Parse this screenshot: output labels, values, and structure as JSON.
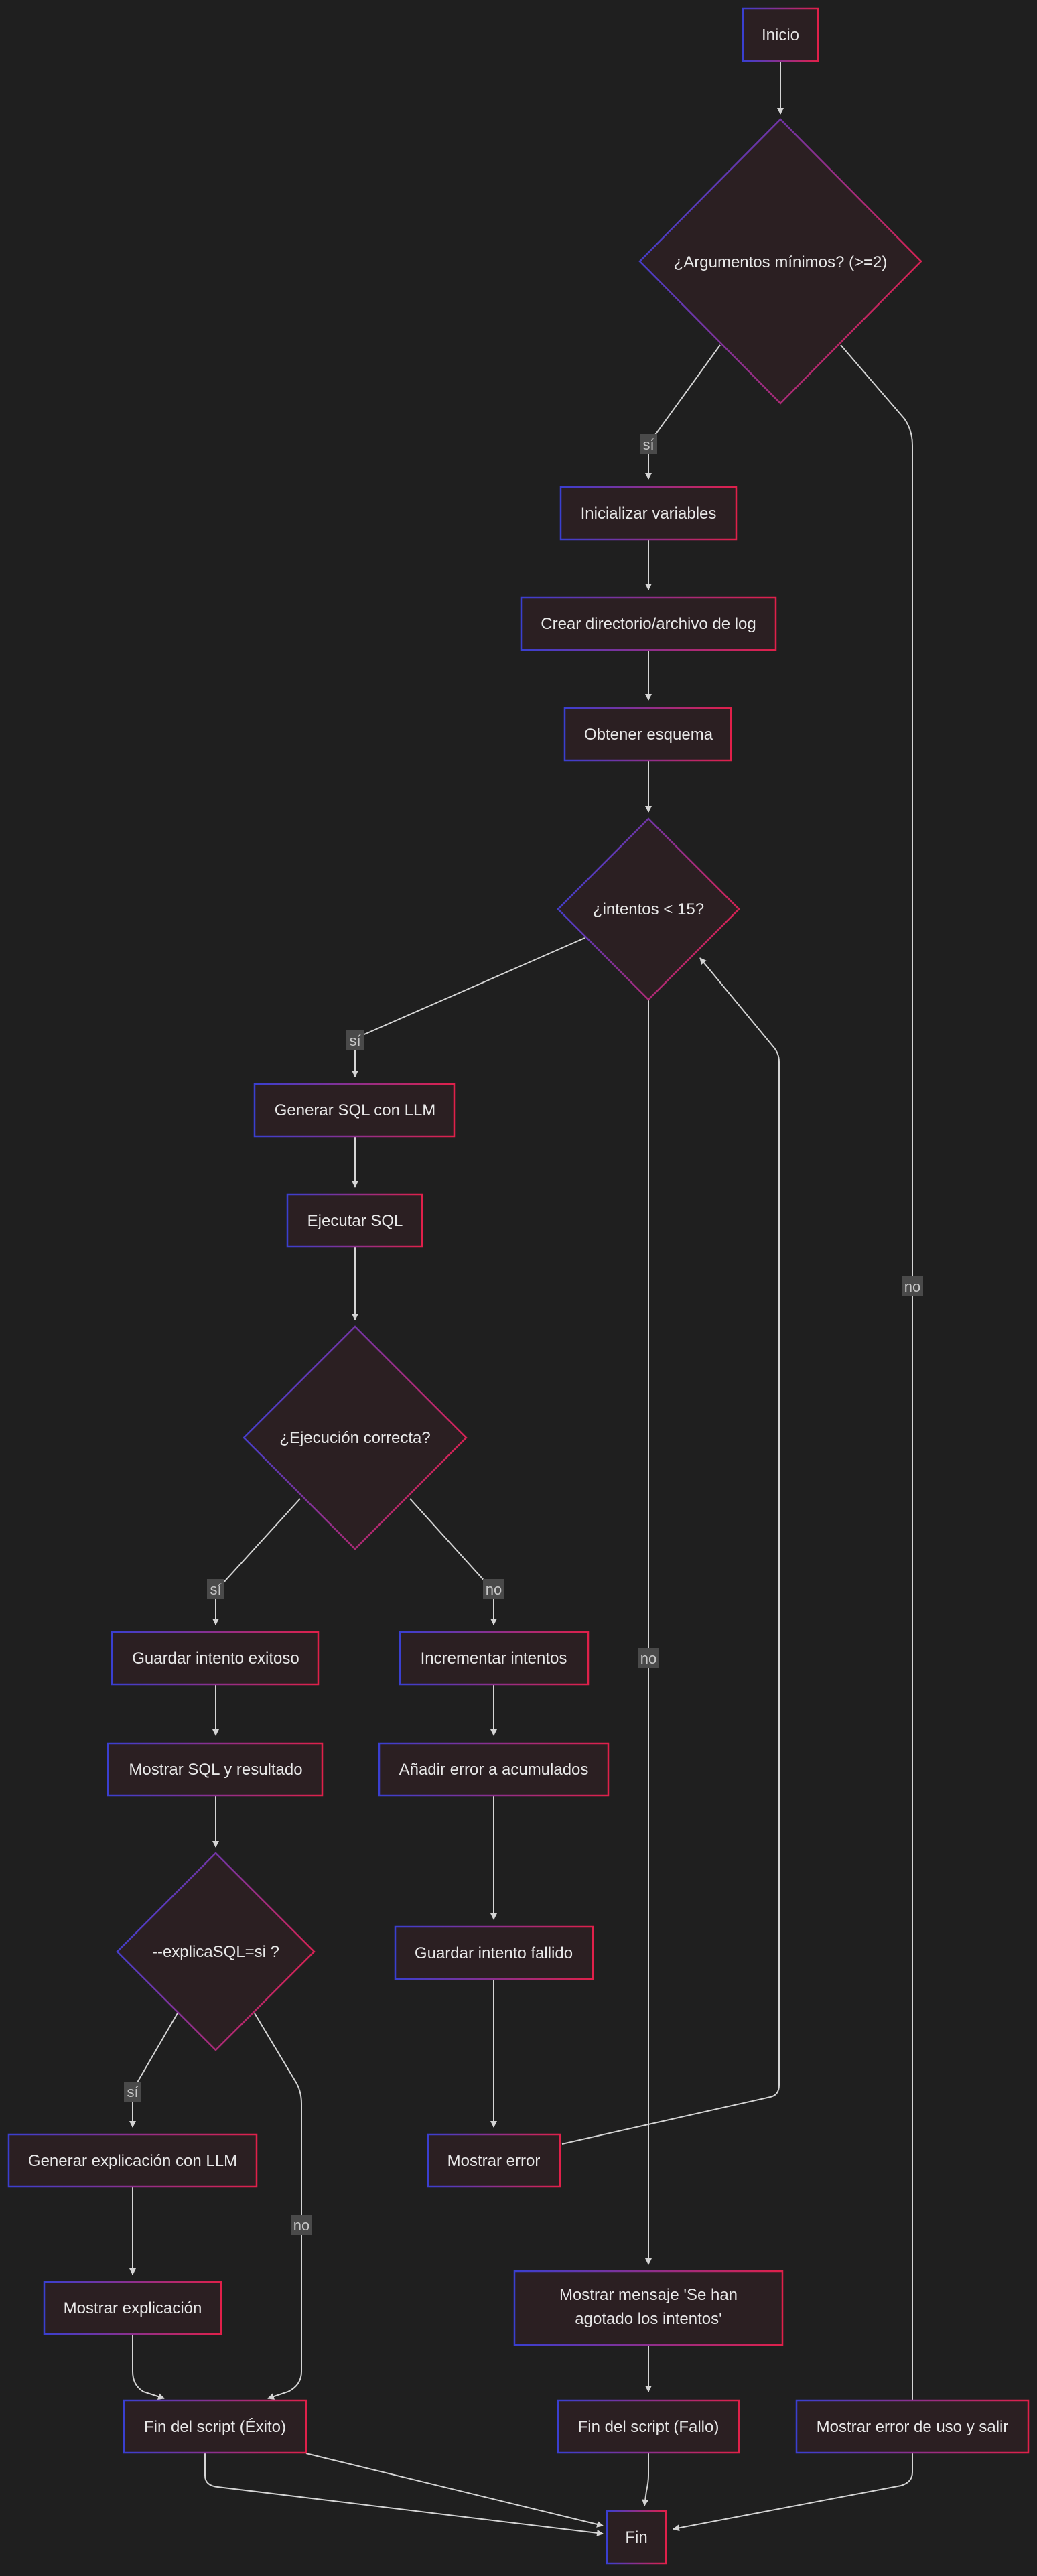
{
  "colors": {
    "background": "#1f1f1f",
    "node_fill": "#2b1f22",
    "border_start": "#3a3fd0",
    "border_end": "#e0204a",
    "edge": "#d4d4d4",
    "text": "#e8e8e8",
    "label_bg": "#4a4a4a"
  },
  "nodes": {
    "inicio": "Inicio",
    "args_decision": "¿Argumentos mínimos? (>=2)",
    "init_vars": "Inicializar variables",
    "create_log": "Crear directorio/archivo de log",
    "get_schema": "Obtener esquema",
    "attempts_decision": "¿intentos < 15?",
    "gen_sql": "Generar SQL con LLM",
    "exec_sql": "Ejecutar SQL",
    "exec_ok_decision": "¿Ejecución correcta?",
    "save_success": "Guardar intento exitoso",
    "show_result": "Mostrar SQL y resultado",
    "explain_decision": "--explicaSQL=si ?",
    "gen_explain": "Generar explicación con LLM",
    "show_explain": "Mostrar explicación",
    "end_success": "Fin del script (Éxito)",
    "inc_attempts": "Incrementar intentos",
    "add_error": "Añadir error a acumulados",
    "save_failed": "Guardar intento fallido",
    "show_error": "Mostrar error",
    "exhausted_line1": "Mostrar mensaje 'Se han",
    "exhausted_line2": "agotado los intentos'",
    "end_failure": "Fin del script (Fallo)",
    "usage_error": "Mostrar error de uso y salir",
    "fin": "Fin"
  },
  "edge_labels": {
    "args_yes": "sí",
    "args_no": "no",
    "attempts_yes": "sí",
    "attempts_no": "no",
    "exec_yes": "sí",
    "exec_no": "no",
    "explain_yes": "sí",
    "explain_no": "no"
  }
}
